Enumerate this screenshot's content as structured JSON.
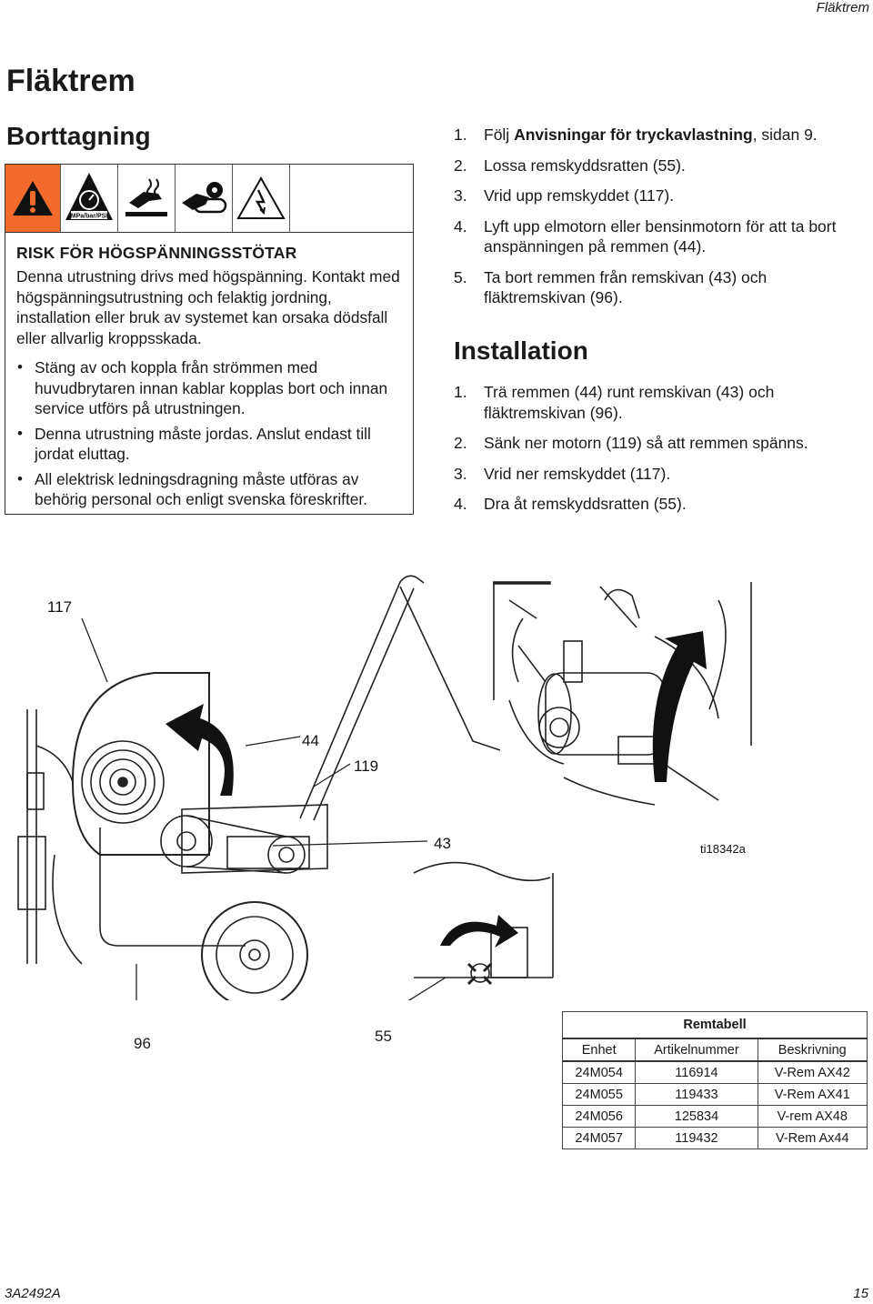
{
  "header": {
    "running_title": "Fläktrem"
  },
  "page_title": "Fläktrem",
  "removal": {
    "heading": "Borttagning",
    "warning": {
      "icons": [
        "warning-triangle-icon",
        "pressure-gauge-icon",
        "hot-surface-hand-icon",
        "moving-belt-hand-icon",
        "electric-shock-icon",
        "empty-cell"
      ],
      "accent_color": "#f26a2c",
      "gauge_label": "MPa/bar/PSI",
      "title": "RISK FÖR HÖGSPÄNNINGSSTÖTAR",
      "text": "Denna utrustning drivs med högspänning. Kontakt med högspänningsutrustning och felaktig jordning, installation eller bruk av systemet kan orsaka dödsfall eller allvarlig kroppsskada.",
      "bullets": [
        "Stäng av och koppla från strömmen med huvudbrytaren innan kablar kopplas bort och innan service utförs på utrustningen.",
        "Denna utrustning måste jordas. Anslut endast till jordat eluttag.",
        "All elektrisk ledningsdragning måste utföras av behörig personal och enligt svenska föreskrifter."
      ]
    },
    "steps": [
      {
        "num": "1.",
        "pre": "Följ ",
        "bold": "Anvisningar för tryckavlastning",
        "post": ", sidan 9."
      },
      {
        "num": "2.",
        "pre": "Lossa remskyddsratten (55).",
        "bold": "",
        "post": ""
      },
      {
        "num": "3.",
        "pre": "Vrid upp remskyddet (117).",
        "bold": "",
        "post": ""
      },
      {
        "num": "4.",
        "pre": "Lyft upp elmotorn eller bensinmotorn för att ta bort anspänningen på remmen (44).",
        "bold": "",
        "post": ""
      },
      {
        "num": "5.",
        "pre": "Ta bort remmen från remskivan (43) och fläktremskivan (96).",
        "bold": "",
        "post": ""
      }
    ]
  },
  "installation": {
    "heading": "Installation",
    "steps": [
      {
        "num": "1.",
        "text": "Trä remmen (44) runt remskivan (43) och fläktremskivan (96)."
      },
      {
        "num": "2.",
        "text": "Sänk ner motorn (119) så att remmen spänns."
      },
      {
        "num": "3.",
        "text": "Vrid ner remskyddet (117)."
      },
      {
        "num": "4.",
        "text": "Dra åt remskyddsratten (55)."
      }
    ]
  },
  "figure": {
    "callouts": {
      "c117": "117",
      "c44": "44",
      "c119": "119",
      "c43": "43",
      "c96": "96",
      "c55": "55"
    },
    "figure_id": "ti18342a"
  },
  "table": {
    "caption": "Remtabell",
    "columns": [
      "Enhet",
      "Artikelnummer",
      "Beskrivning"
    ],
    "rows": [
      [
        "24M054",
        "116914",
        "V-Rem AX42"
      ],
      [
        "24M055",
        "119433",
        "V-Rem AX41"
      ],
      [
        "24M056",
        "125834",
        "V-rem AX48"
      ],
      [
        "24M057",
        "119432",
        "V-Rem Ax44"
      ]
    ]
  },
  "footer": {
    "doc_number": "3A2492A",
    "page_number": "15"
  }
}
